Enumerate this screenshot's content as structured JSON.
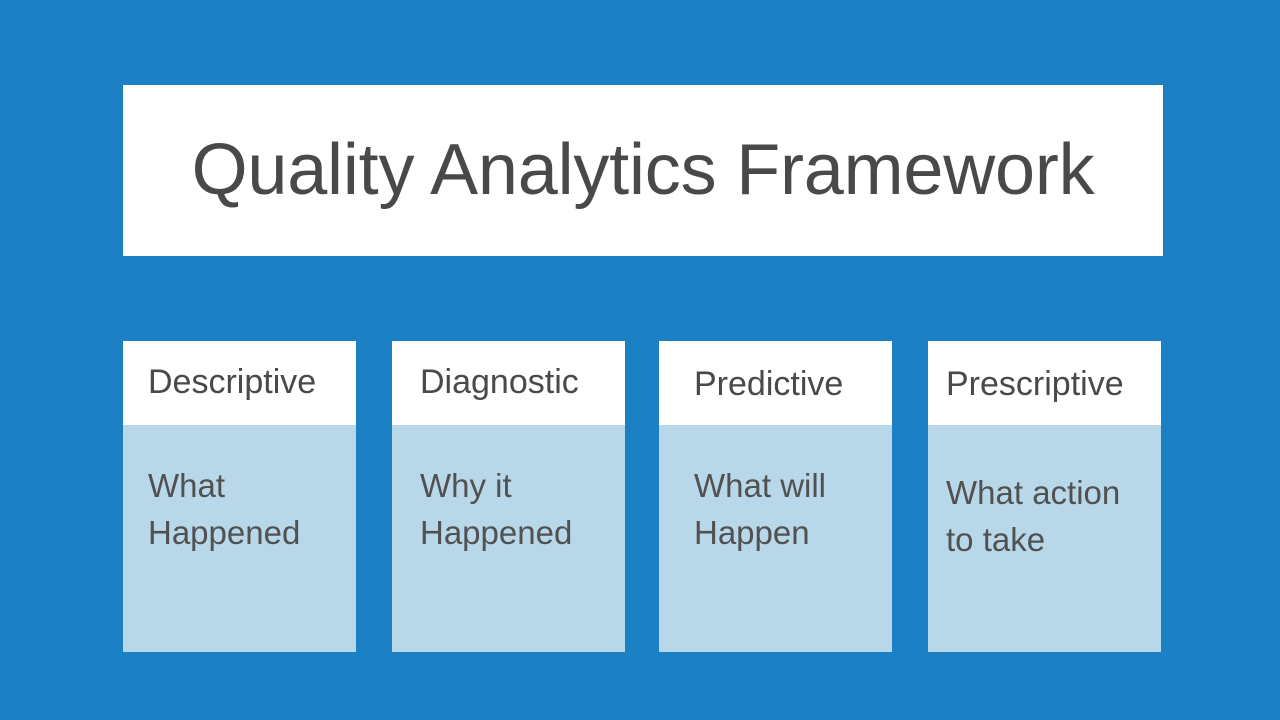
{
  "slide": {
    "background_color": "#1b80c4",
    "title": "Quality Analytics Framework",
    "title_color": "#494949",
    "title_panel_color": "#ffffff",
    "card_header_color": "#ffffff",
    "card_body_color": "#b8d8ea",
    "card_text_color": "#515151"
  },
  "cards": [
    {
      "header": "Descriptive",
      "body": "What\nHappened"
    },
    {
      "header": "Diagnostic",
      "body": "Why it\nHappened"
    },
    {
      "header": "Predictive",
      "body": "What will\nHappen"
    },
    {
      "header": "Prescriptive",
      "body": "What action\nto take"
    }
  ]
}
